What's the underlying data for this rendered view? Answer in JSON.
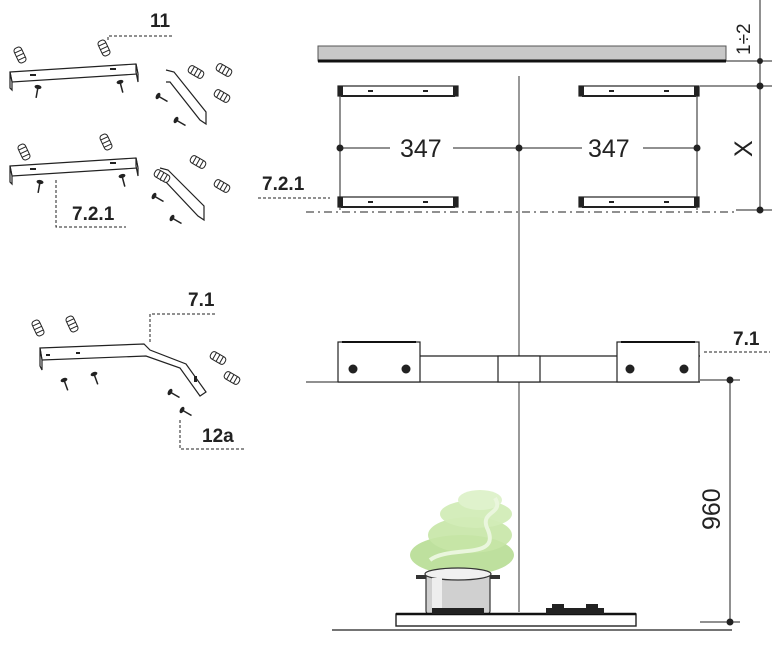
{
  "labels": {
    "top_kit": "11",
    "mid_kit": "7.2.1",
    "lower_kit": "7.1",
    "screw_kit": "12a"
  },
  "dimensions": {
    "ceiling_gap": "1÷2",
    "half_width_left": "347",
    "half_width_right": "347",
    "bracket_spacing": "X",
    "hob_height": "960"
  },
  "icons": [
    "wall-plug-icon",
    "screw-icon",
    "steam-icon",
    "pot-icon"
  ],
  "colors": {
    "ceiling": "#c8c8c8",
    "steam": "#b7dd93",
    "pot": "#d0d0d0"
  }
}
